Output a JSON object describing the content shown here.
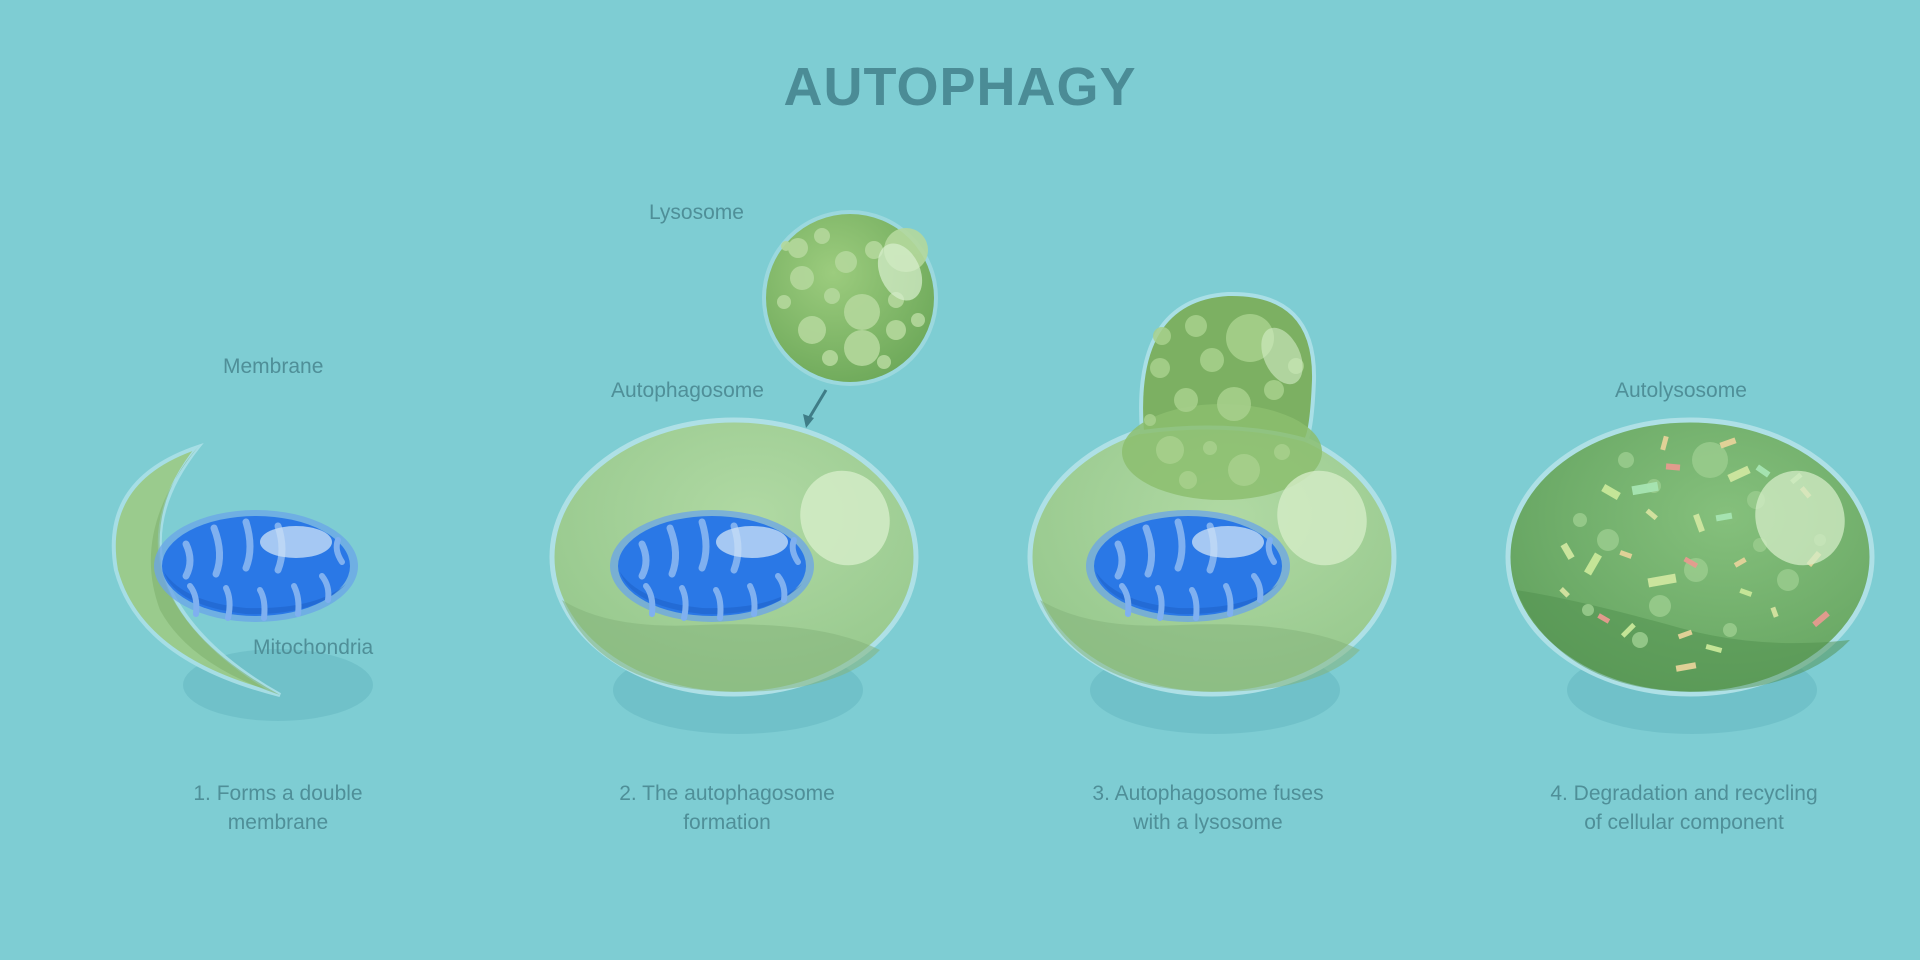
{
  "title": "AUTOPHAGY",
  "labels": {
    "membrane": "Membrane",
    "mitochondria": "Mitochondria",
    "lysosome": "Lysosome",
    "autophagosome": "Autophagosome",
    "autolysosome": "Autolysosome"
  },
  "steps": [
    {
      "line1": "1. Forms a double",
      "line2": "membrane"
    },
    {
      "line1": "2. The autophagosome",
      "line2": "formation"
    },
    {
      "line1": "3. Autophagosome  fuses",
      "line2": "with a lysosome"
    },
    {
      "line1": "4. Degradation and recycling",
      "line2": "of cellular component"
    }
  ],
  "colors": {
    "background": "#7ecdd3",
    "title": "#4b8c96",
    "text": "#4f8f98",
    "mitochondria": "#2a78e6",
    "autophagosome": "#a6d39b",
    "lysosome": "#7fb565",
    "autolysosome": "#78b574"
  }
}
